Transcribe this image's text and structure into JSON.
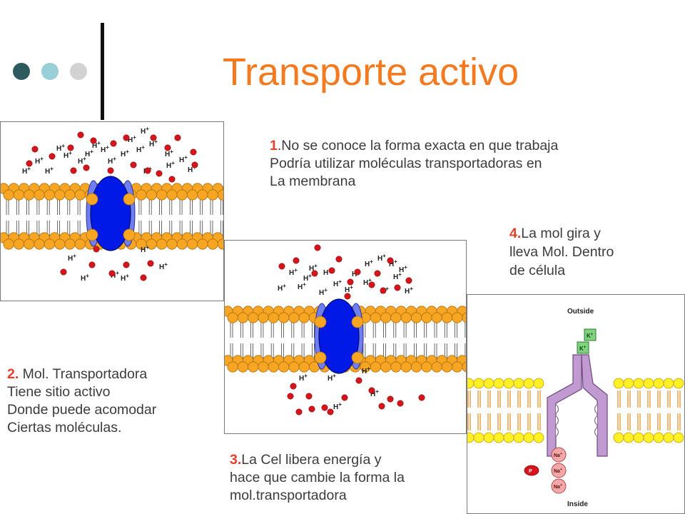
{
  "slide": {
    "title": "Transporte activo",
    "accent_color": "#f47a20",
    "dot_colors": [
      "#2d5a5c",
      "#99cfd6",
      "#d2d2d2"
    ]
  },
  "steps": {
    "step1": {
      "number": "1",
      "lines": [
        ".No se conoce la forma exacta en que trabaja",
        "Podría utilizar moléculas transportadoras en",
        "La membrana"
      ]
    },
    "step2": {
      "number": "2.",
      "lines": [
        " Mol. Transportadora",
        "Tiene sitio activo",
        "Donde puede acomodar",
        "Ciertas moléculas."
      ]
    },
    "step3": {
      "number": "3.",
      "lines": [
        "La Cel libera energía y",
        "hace que cambie la forma la",
        "mol.transportadora"
      ]
    },
    "step4": {
      "number": "4.",
      "lines": [
        "La mol gira y",
        "lleva Mol. Dentro",
        "de célula"
      ]
    }
  },
  "figures": {
    "ion_label": "H",
    "ion_charge": "+",
    "fig3": {
      "outside_label": "Outside",
      "inside_label": "Inside",
      "k_label": "K",
      "na_label": "Na",
      "charge": "+",
      "p_label": "P"
    }
  }
}
